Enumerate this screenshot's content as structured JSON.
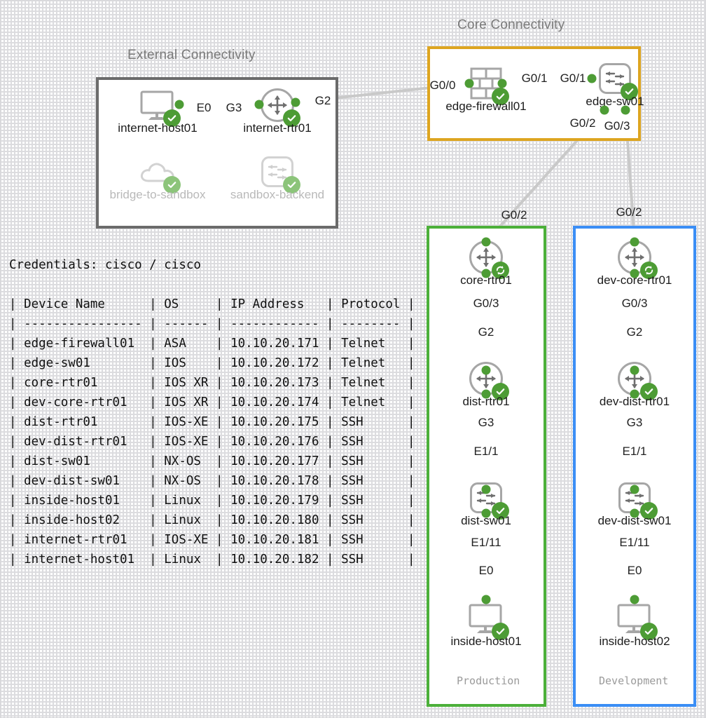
{
  "groups": {
    "external": {
      "title": "External Connectivity",
      "color": "#6b6b6b"
    },
    "core": {
      "title": "Core Connectivity",
      "color": "#dda520"
    },
    "production": {
      "footer": "Production",
      "color": "#4cb03a"
    },
    "development": {
      "footer": "Development",
      "color": "#3b8ef5"
    }
  },
  "nodes": {
    "internet_host01": {
      "label": "internet-host01",
      "icon": "host-icon",
      "status": "ok"
    },
    "internet_rtr01": {
      "label": "internet-rtr01",
      "icon": "router-icon",
      "status": "ok"
    },
    "bridge_to_sandbox": {
      "label": "bridge-to-sandbox",
      "icon": "cloud-icon",
      "status": "ok-dim"
    },
    "sandbox_backend": {
      "label": "sandbox-backend",
      "icon": "switch-icon",
      "status": "ok-dim"
    },
    "edge_firewall01": {
      "label": "edge-firewall01",
      "icon": "firewall-icon",
      "status": "ok"
    },
    "edge_sw01": {
      "label": "edge-sw01",
      "icon": "switch-icon",
      "status": "ok"
    },
    "core_rtr01": {
      "label": "core-rtr01",
      "icon": "router-icon",
      "status": "sync"
    },
    "dist_rtr01": {
      "label": "dist-rtr01",
      "icon": "router-icon",
      "status": "ok"
    },
    "dist_sw01": {
      "label": "dist-sw01",
      "icon": "switch-icon",
      "status": "ok"
    },
    "inside_host01": {
      "label": "inside-host01",
      "icon": "host-icon",
      "status": "ok"
    },
    "dev_core_rtr01": {
      "label": "dev-core-rtr01",
      "icon": "router-icon",
      "status": "sync"
    },
    "dev_dist_rtr01": {
      "label": "dev-dist-rtr01",
      "icon": "router-icon",
      "status": "ok"
    },
    "dev_dist_sw01": {
      "label": "dev-dist-sw01",
      "icon": "switch-icon",
      "status": "ok"
    },
    "inside_host02": {
      "label": "inside-host02",
      "icon": "host-icon",
      "status": "ok"
    }
  },
  "interfaces": {
    "host01_e0": "E0",
    "rtr01_g3": "G3",
    "rtr01_g2": "G2",
    "fw_g00": "G0/0",
    "fw_g01": "G0/1",
    "sw_g01": "G0/1",
    "sw_g02": "G0/2",
    "sw_g03": "G0/3",
    "core_g02": "G0/2",
    "core_g03": "G0/3",
    "dist_g2": "G2",
    "dist_g3": "G3",
    "sw_e11": "E1/1",
    "sw_e111": "E1/11",
    "host_e0": "E0",
    "dev_core_g02": "G0/2",
    "dev_core_g03": "G0/3",
    "dev_dist_g2": "G2",
    "dev_dist_g3": "G3",
    "dev_sw_e11": "E1/1",
    "dev_sw_e111": "E1/11",
    "dev_host_e0": "E0"
  },
  "credentials": {
    "line": "Credentials: cisco / cisco"
  },
  "inventory": {
    "header": "| Device Name      | OS     | IP Address   | Protocol |",
    "separator": "| ---------------- | ------ | ------------ | -------- |",
    "columns": [
      "Device Name",
      "OS",
      "IP Address",
      "Protocol"
    ],
    "rows": [
      {
        "device": "edge-firewall01",
        "os": "ASA",
        "ip": "10.10.20.171",
        "protocol": "Telnet"
      },
      {
        "device": "edge-sw01",
        "os": "IOS",
        "ip": "10.10.20.172",
        "protocol": "Telnet"
      },
      {
        "device": "core-rtr01",
        "os": "IOS XR",
        "ip": "10.10.20.173",
        "protocol": "Telnet"
      },
      {
        "device": "dev-core-rtr01",
        "os": "IOS XR",
        "ip": "10.10.20.174",
        "protocol": "Telnet"
      },
      {
        "device": "dist-rtr01",
        "os": "IOS-XE",
        "ip": "10.10.20.175",
        "protocol": "SSH"
      },
      {
        "device": "dev-dist-rtr01",
        "os": "IOS-XE",
        "ip": "10.10.20.176",
        "protocol": "SSH"
      },
      {
        "device": "dist-sw01",
        "os": "NX-OS",
        "ip": "10.10.20.177",
        "protocol": "SSH"
      },
      {
        "device": "dev-dist-sw01",
        "os": "NX-OS",
        "ip": "10.10.20.178",
        "protocol": "SSH"
      },
      {
        "device": "inside-host01",
        "os": "Linux",
        "ip": "10.10.20.179",
        "protocol": "SSH"
      },
      {
        "device": "inside-host02",
        "os": "Linux",
        "ip": "10.10.20.180",
        "protocol": "SSH"
      },
      {
        "device": "internet-rtr01",
        "os": "IOS-XE",
        "ip": "10.10.20.181",
        "protocol": "SSH"
      },
      {
        "device": "internet-host01",
        "os": "Linux",
        "ip": "10.10.20.182",
        "protocol": "SSH"
      }
    ]
  }
}
